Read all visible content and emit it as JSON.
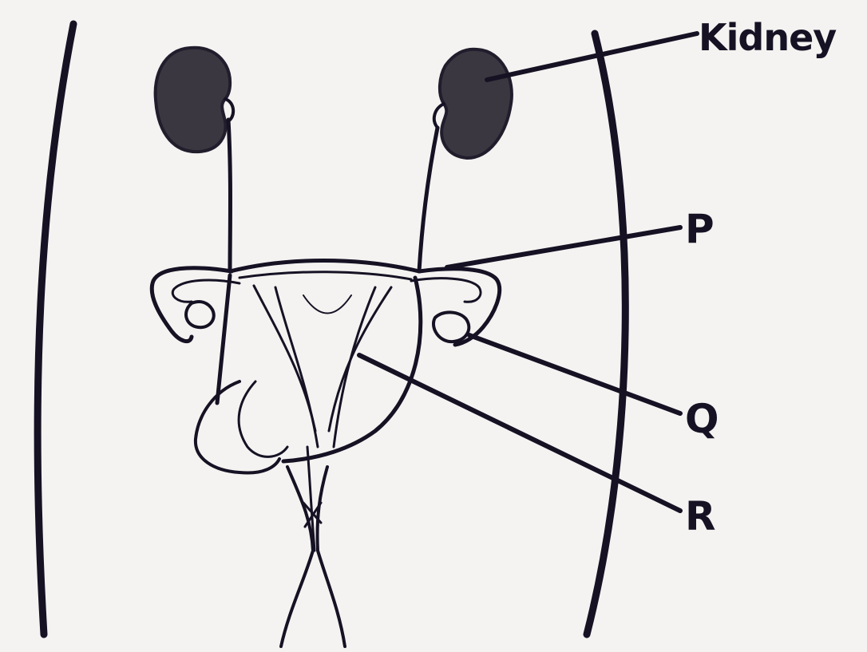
{
  "labels": {
    "kidney": "Kidney",
    "p": "P",
    "q": "Q",
    "r": "R"
  },
  "colors": {
    "ink": "#161224",
    "kidney_fill": "#3a3740",
    "background": "#f4f3f1"
  }
}
